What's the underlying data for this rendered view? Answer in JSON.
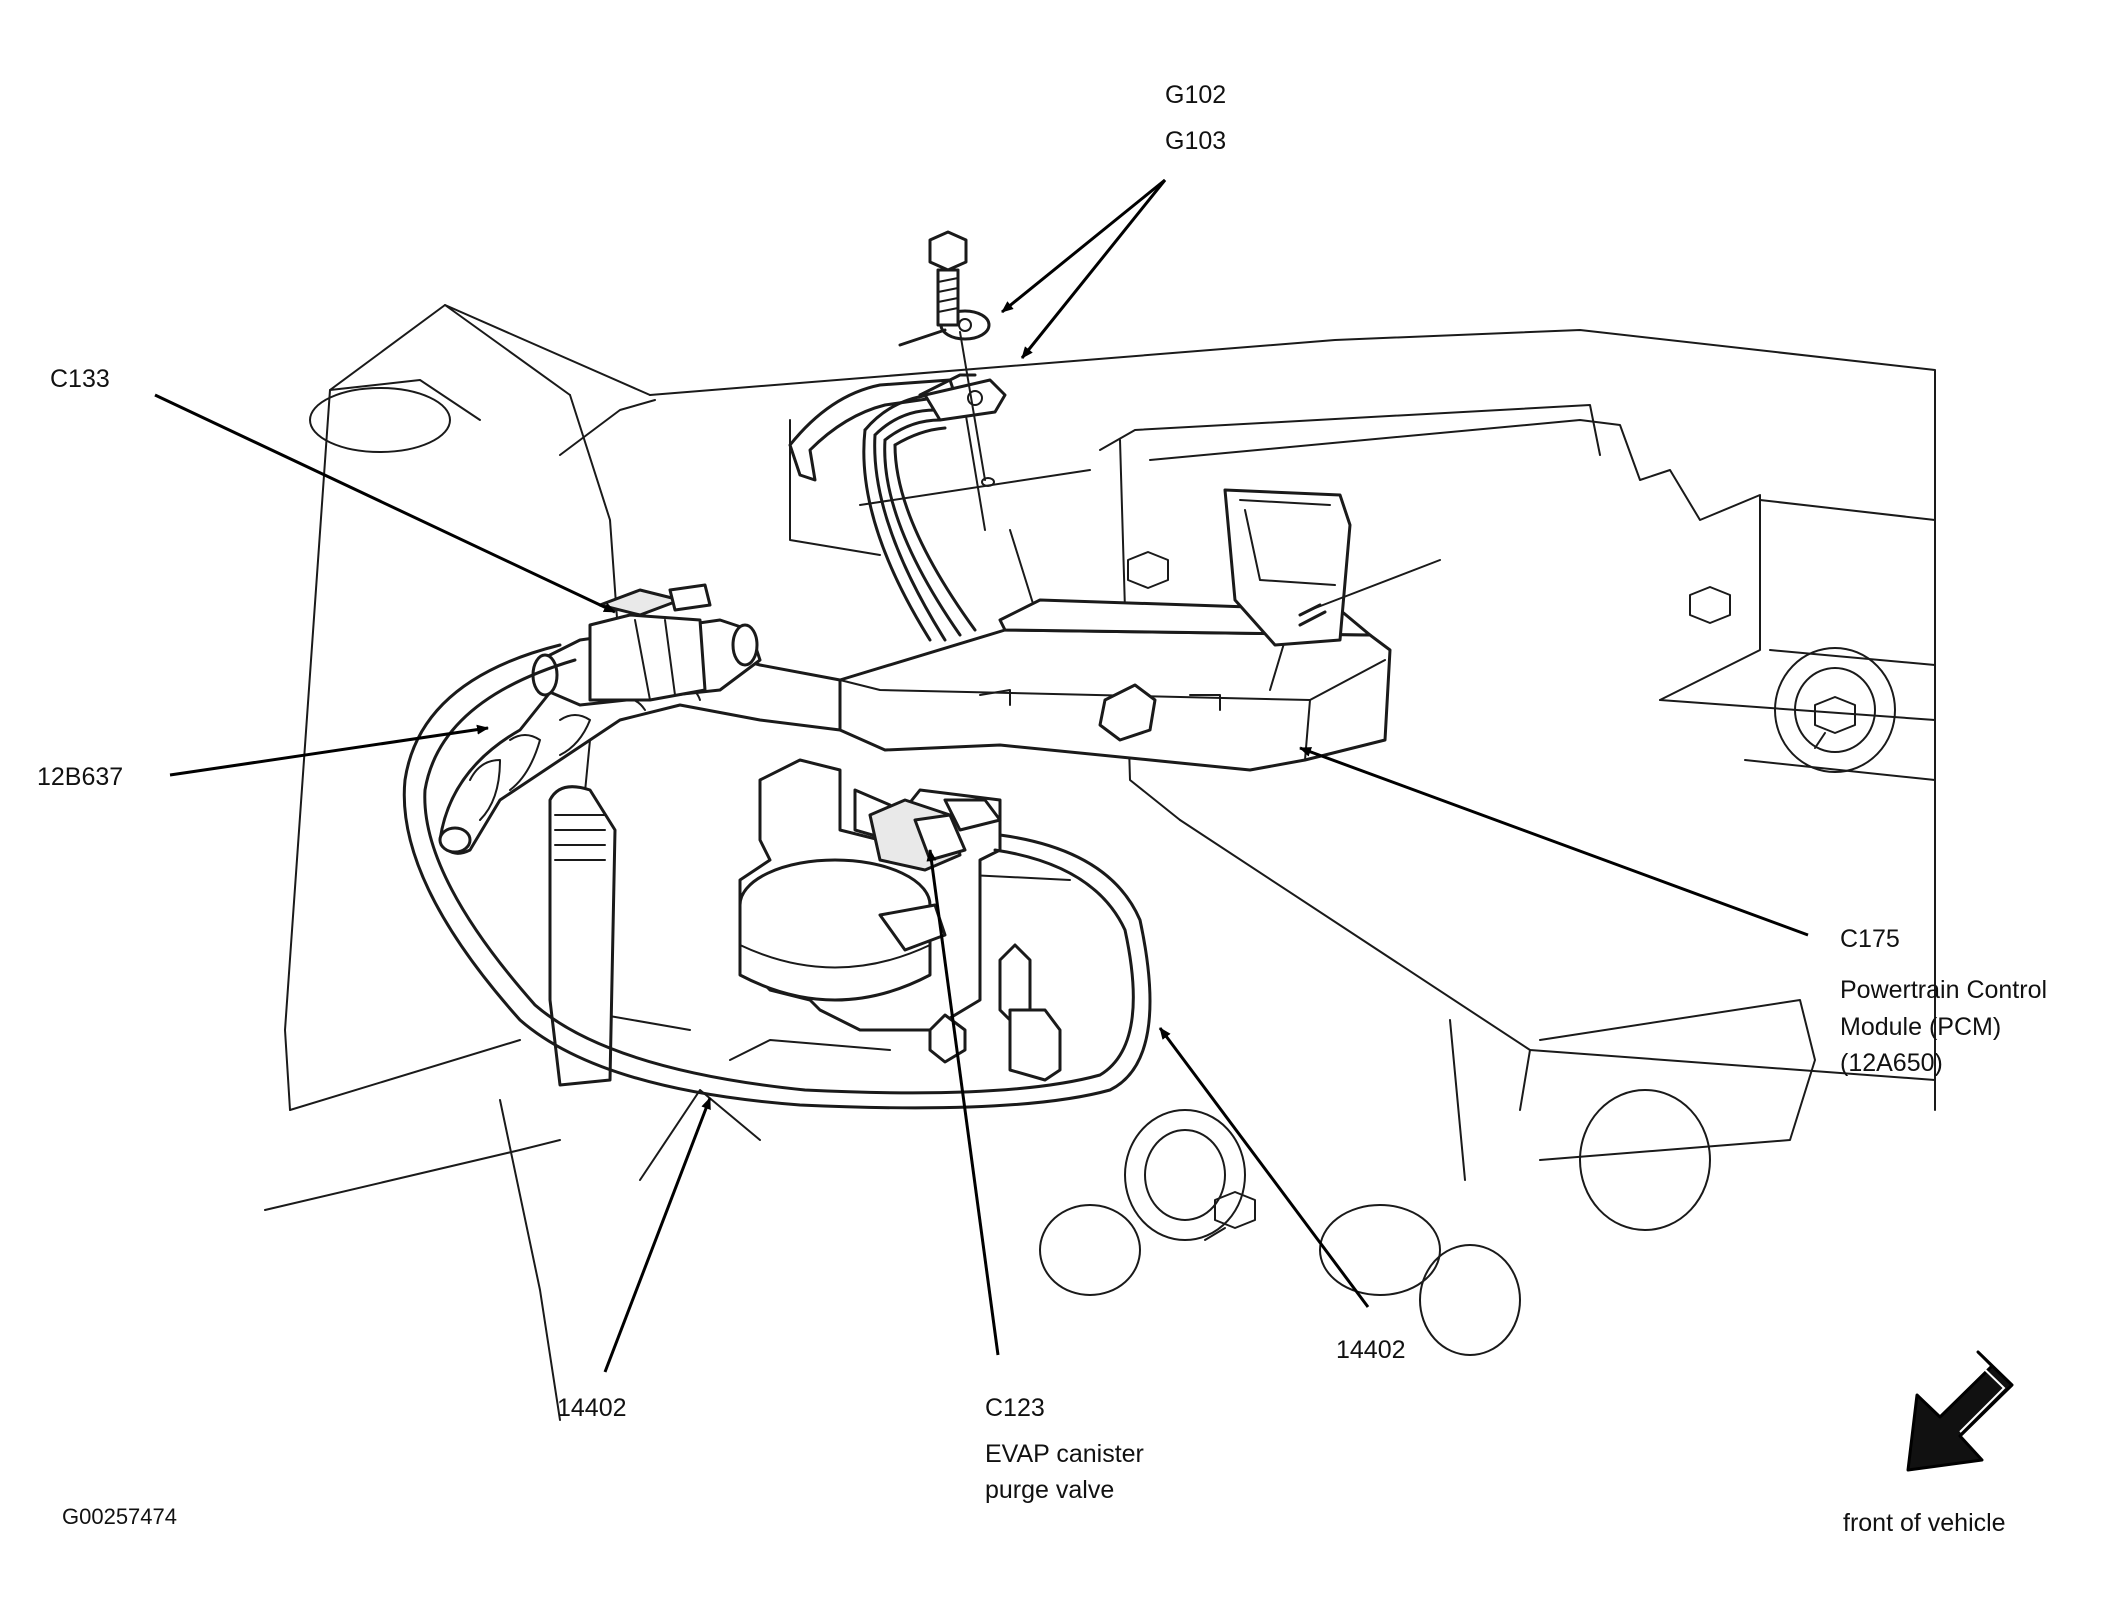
{
  "figure_id": "G00257474",
  "callouts": {
    "g102": "G102",
    "g103": "G103",
    "c133": "C133",
    "hose_12b637": "12B637",
    "c175": "C175",
    "pcm_line1": "Powertrain Control",
    "pcm_line2": "Module (PCM)",
    "pcm_line3": "(12A650)",
    "harness_left": "14402",
    "harness_right": "14402",
    "c123": "C123",
    "evap_line1": "EVAP canister",
    "evap_line2": "purge valve"
  },
  "orientation": {
    "label": "front of vehicle",
    "icon": "front-arrow-icon"
  }
}
